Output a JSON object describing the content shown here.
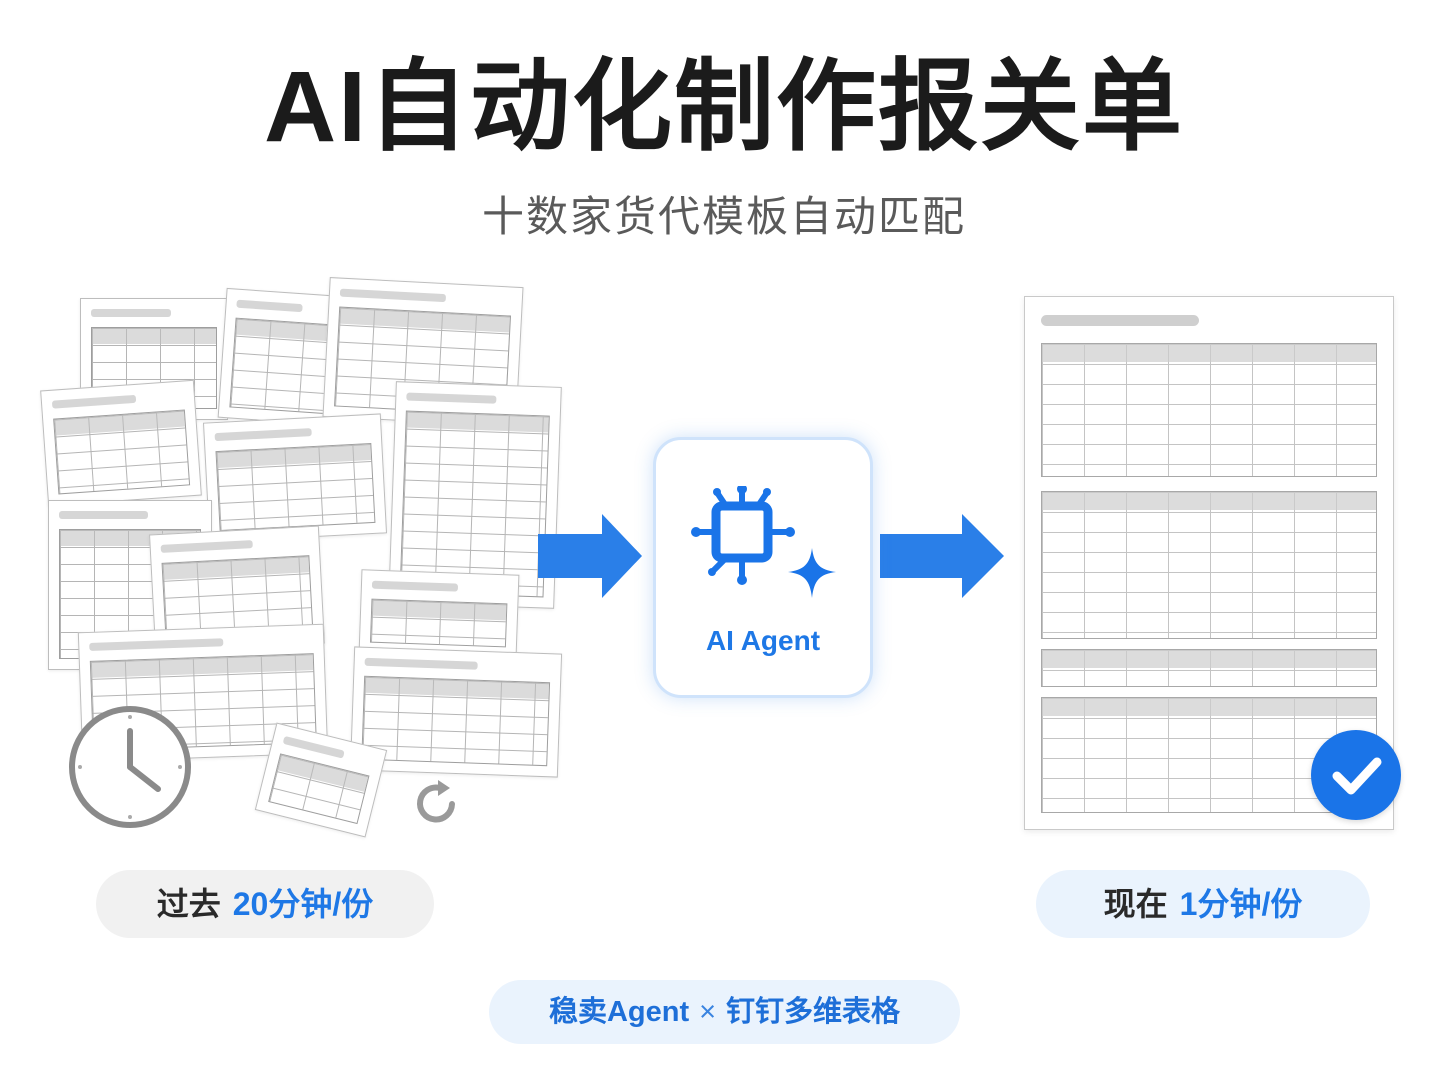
{
  "header": {
    "title": "AI自动化制作报关单",
    "subtitle": "十数家货代模板自动匹配"
  },
  "agent": {
    "label": "AI Agent",
    "icon": "ai-chip-sparkle-icon"
  },
  "past": {
    "label": "过去",
    "value": "20分钟/份"
  },
  "now": {
    "label": "现在",
    "value": "1分钟/份"
  },
  "footer": {
    "left": "稳卖Agent",
    "separator": "×",
    "right": "钉钉多维表格"
  },
  "colors": {
    "accent": "#1e78e6",
    "arrow": "#2a7fe8",
    "check": "#1a74e8",
    "title": "#1b1b1b",
    "subtitle": "#5a5a5a"
  }
}
